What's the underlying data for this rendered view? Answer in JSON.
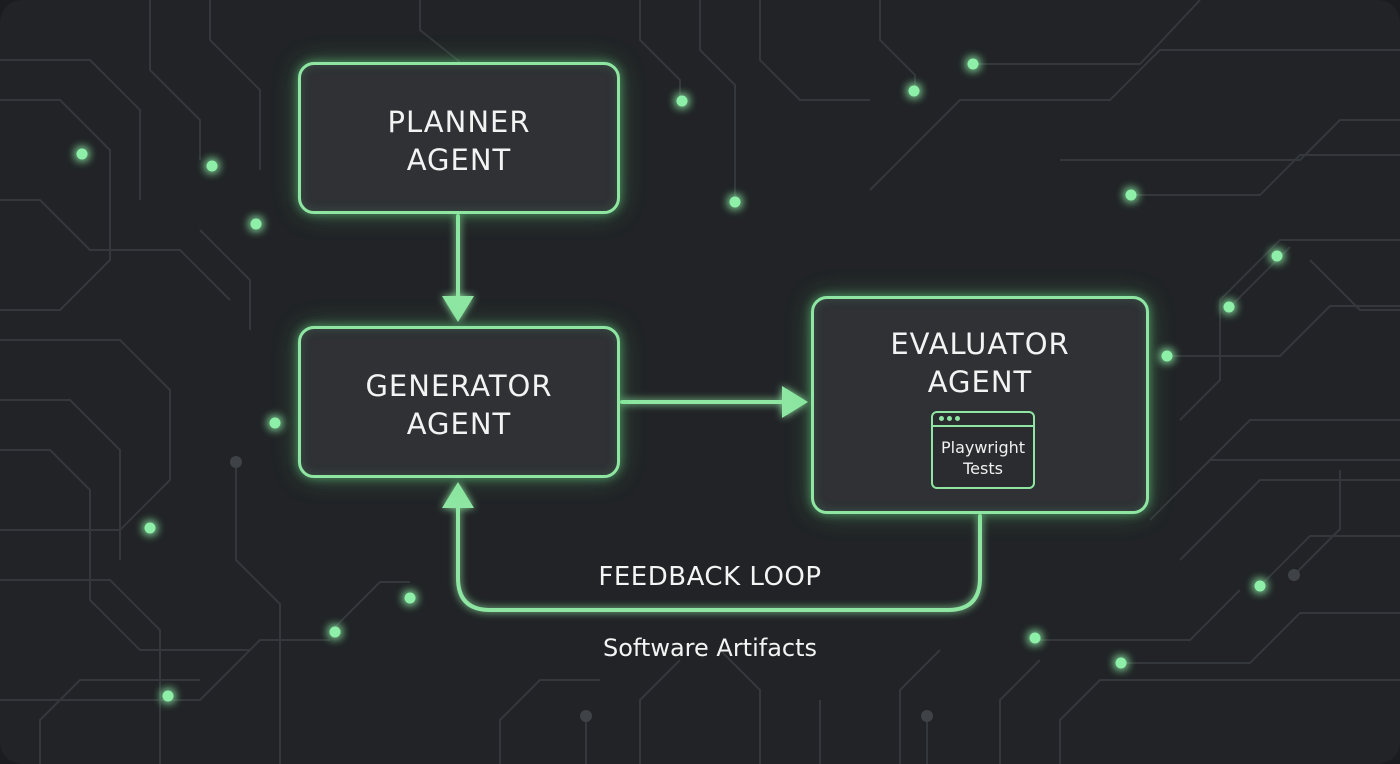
{
  "nodes": {
    "planner": {
      "label": "PLANNER\nAGENT"
    },
    "generator": {
      "label": "GENERATOR\nAGENT"
    },
    "evaluator": {
      "label": "EVALUATOR\nAGENT",
      "tool": {
        "label": "Playwright\nTests"
      }
    }
  },
  "edges": [
    {
      "from": "planner",
      "to": "generator"
    },
    {
      "from": "generator",
      "to": "evaluator"
    },
    {
      "from": "evaluator",
      "to": "generator",
      "label": "FEEDBACK LOOP"
    }
  ],
  "labels": {
    "feedback_loop": "FEEDBACK LOOP",
    "software_artifacts": "Software Artifacts"
  },
  "colors": {
    "background": "#212326",
    "accent": "#8ee6a2",
    "node_fill": "#2f3135",
    "circuit_trace": "#34373b",
    "text": "#f2f4f3"
  },
  "icons": [
    "browser-window-icon",
    "circuit-board-background"
  ]
}
